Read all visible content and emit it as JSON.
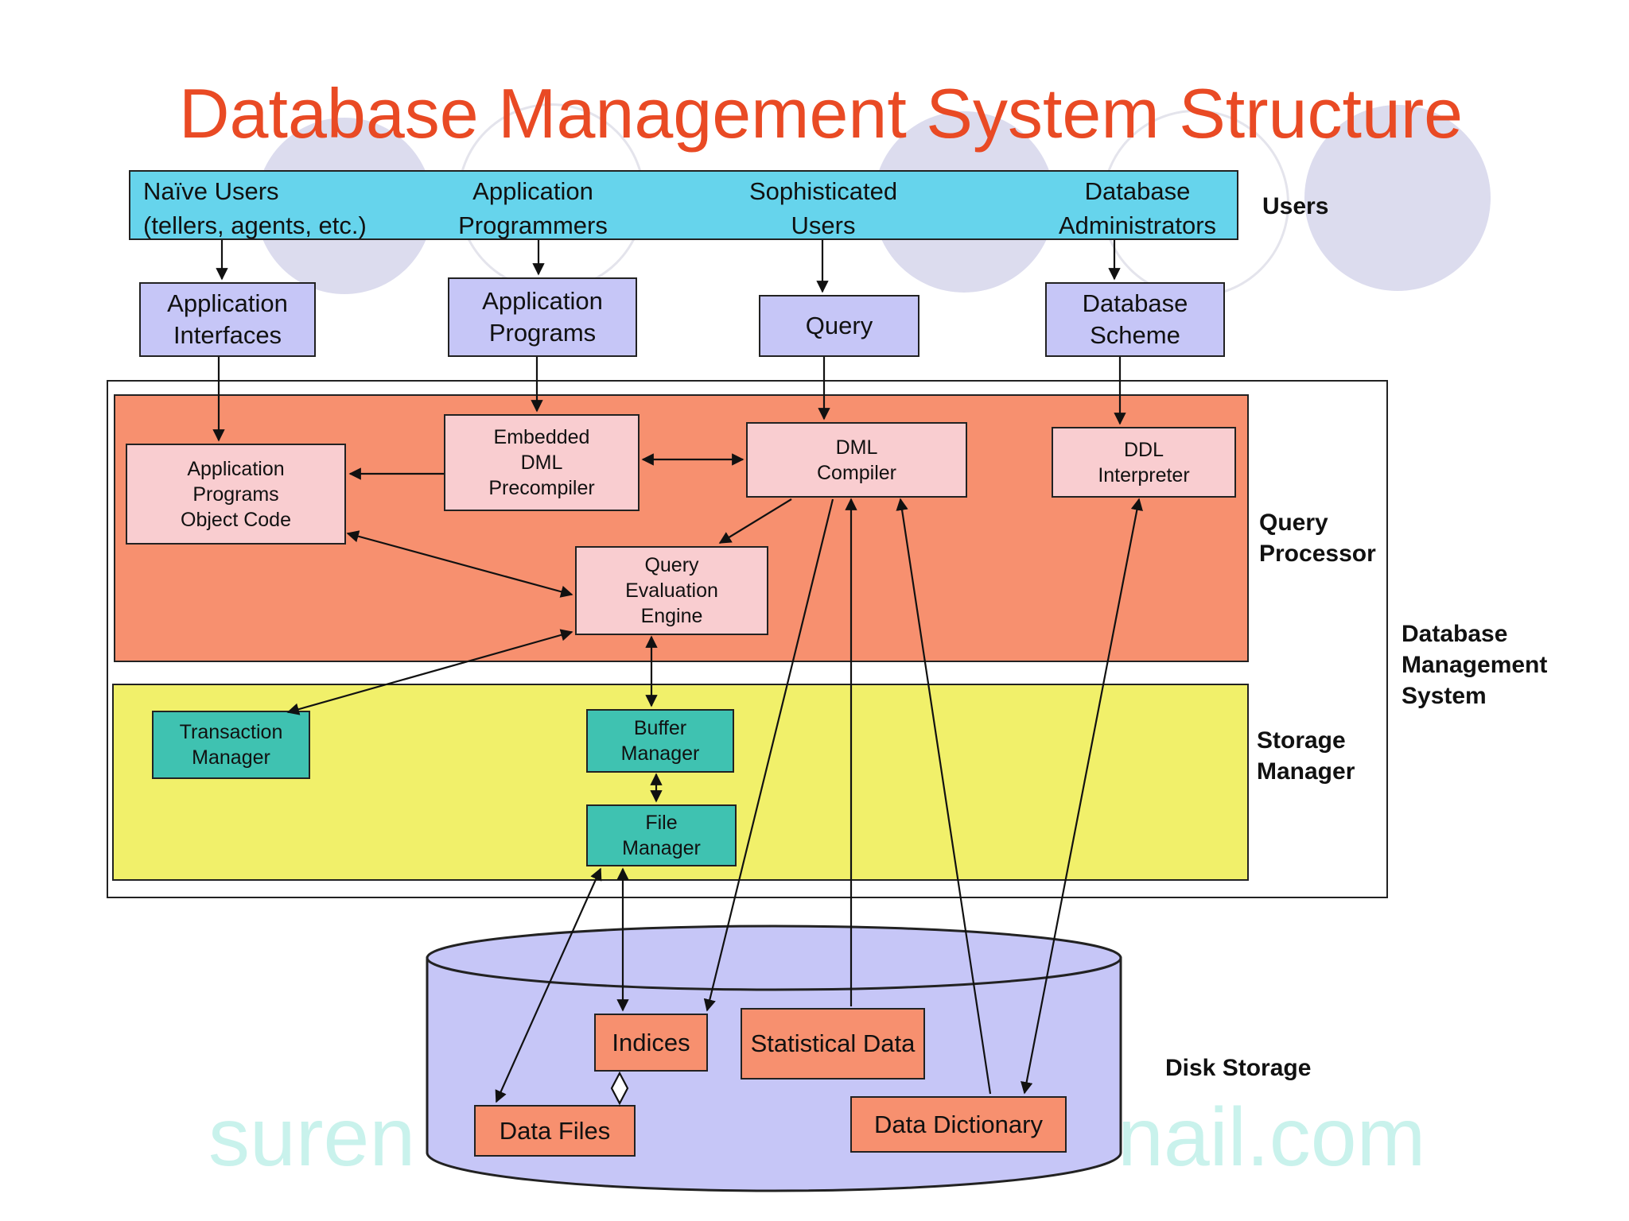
{
  "title": "Database Management System Structure",
  "watermark": {
    "left": "suren",
    "right": "nail.com"
  },
  "users_row": [
    {
      "id": "naive",
      "label": "Naïve Users\n(tellers, agents, etc.)"
    },
    {
      "id": "app_programmers",
      "label": "Application\nProgrammers"
    },
    {
      "id": "sophisticated",
      "label": "Sophisticated\nUsers"
    },
    {
      "id": "dba",
      "label": "Database\nAdministrators"
    }
  ],
  "interface_row": [
    {
      "id": "app_interfaces",
      "label": "Application\nInterfaces"
    },
    {
      "id": "app_programs",
      "label": "Application\nPrograms"
    },
    {
      "id": "query",
      "label": "Query"
    },
    {
      "id": "db_scheme",
      "label": "Database\nScheme"
    }
  ],
  "query_processor_components": [
    {
      "id": "app_object_code",
      "label": "Application\nPrograms\nObject Code"
    },
    {
      "id": "embedded_dml",
      "label": "Embedded\nDML\nPrecompiler"
    },
    {
      "id": "dml_compiler",
      "label": "DML\nCompiler"
    },
    {
      "id": "ddl_interpreter",
      "label": "DDL\nInterpreter"
    },
    {
      "id": "query_eval",
      "label": "Query\nEvaluation\nEngine"
    }
  ],
  "storage_manager_components": [
    {
      "id": "transaction_mgr",
      "label": "Transaction\nManager"
    },
    {
      "id": "buffer_mgr",
      "label": "Buffer\nManager"
    },
    {
      "id": "file_mgr",
      "label": "File\nManager"
    }
  ],
  "disk_components": [
    {
      "id": "indices",
      "label": "Indices"
    },
    {
      "id": "statistical",
      "label": "Statistical Data"
    },
    {
      "id": "data_files",
      "label": "Data Files"
    },
    {
      "id": "data_dictionary",
      "label": "Data Dictionary"
    }
  ],
  "layer_labels": {
    "users": "Users",
    "query_processor": "Query\nProcessor",
    "dbms": "Database\nManagement\nSystem",
    "storage_manager": "Storage\nManager",
    "disk_storage": "Disk Storage"
  },
  "colors": {
    "title": "#e94a24",
    "users_bar": "#66d4ec",
    "interface_box": "#c6c6f7",
    "query_processor_band": "#f7906f",
    "component_box": "#f9cdd0",
    "storage_manager_band": "#f1f06a",
    "storage_box": "#3fc2b1",
    "disk": "#c6c6f7",
    "disk_box": "#f7906f"
  }
}
